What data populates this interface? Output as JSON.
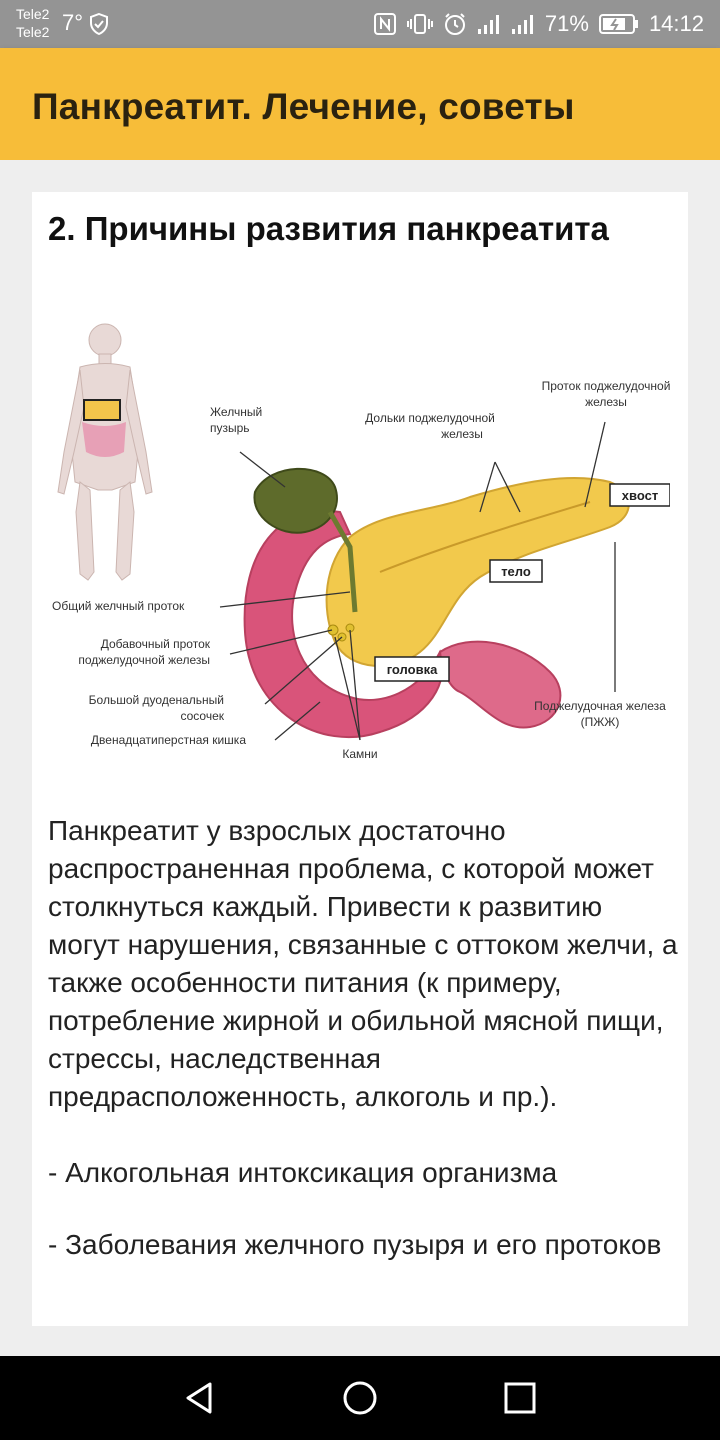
{
  "status_bar": {
    "carrier_1": "Tele2",
    "carrier_2": "Tele2",
    "temperature": "7°",
    "battery": "71%",
    "time": "14:12",
    "icons": [
      "shield-icon",
      "nfc-icon",
      "vibrate-icon",
      "alarm-icon",
      "signal-icon",
      "signal-icon",
      "battery-icon"
    ]
  },
  "app_bar": {
    "title": "Панкреатит. Лечение, советы"
  },
  "article": {
    "section_title": "2. Причины развития панкреатита",
    "figure": {
      "labels": {
        "gallbladder": [
          "Желчный",
          "пузырь"
        ],
        "lobules": [
          "Дольки поджелудочной",
          "железы"
        ],
        "duct": [
          "Проток поджелудочной",
          "железы"
        ],
        "tail": "хвост",
        "body": "тело",
        "head": "головка",
        "common_bile_duct": "Общий желчный проток",
        "accessory_duct": [
          "Добавочный проток",
          "поджелудочной железы"
        ],
        "papilla": [
          "Большой дуоденальный",
          "сосочек"
        ],
        "duodenum": "Двенадцатиперстная кишка",
        "stones": "Камни",
        "pancreas": [
          "Поджелудочная железа",
          "(ПЖЖ)"
        ]
      }
    },
    "paragraphs": [
      "Панкреатит у взрослых достаточно распространенная проблема, с которой может столкнуться каждый. Привести к развитию могут нарушения, связанные с оттоком желчи, а также особенности питания (к примеру, потребление жирной и обильной мясной пищи, стрессы, наследственная предрасположенность, алкоголь и пр.).",
      "- Алкогольная интоксикация организма",
      "- Заболевания желчного пузыря и его протоков"
    ]
  },
  "colors": {
    "app_bar": "#f7bd39",
    "status_bar": "#949494",
    "nav_bar": "#000000",
    "pancreas": "#f2c94c",
    "duodenum": "#d9547a",
    "gallbladder": "#5e6b2b"
  }
}
